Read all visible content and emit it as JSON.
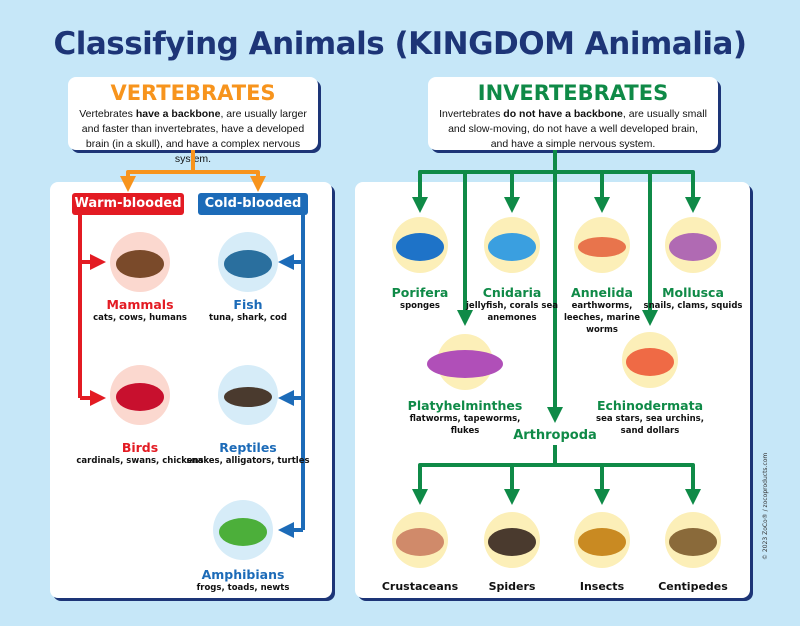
{
  "title": "Classifying Animals (KINGDOM Animalia)",
  "vertebrates": {
    "heading": "VERTEBRATES",
    "text_pre": "Vertebrates ",
    "text_bold": "have a backbone",
    "text_post": ", are usually larger and faster than invertebrates, have a developed brain (in a skull), and have a complex nervous system."
  },
  "invertebrates": {
    "heading": "INVERTEBRATES",
    "text_pre": "Invertebrates ",
    "text_bold": "do not have a backbone",
    "text_post": ", are usually small and slow-moving, do not have a well developed brain, and have a simple nervous system."
  },
  "warm_blooded": "Warm-blooded",
  "cold_blooded": "Cold-blooded",
  "animals": [
    {
      "name": "Mammals",
      "sub": "cats, cows, humans",
      "color": "#e31b23"
    },
    {
      "name": "Fish",
      "sub": "tuna, shark, cod",
      "color": "#1c6bb8"
    },
    {
      "name": "Birds",
      "sub": "cardinals, swans, chickens",
      "color": "#e31b23"
    },
    {
      "name": "Reptiles",
      "sub": "snakes, alligators, turtles",
      "color": "#1c6bb8"
    },
    {
      "name": "Amphibians",
      "sub": "frogs, toads, newts",
      "color": "#1c6bb8"
    },
    {
      "name": "Porifera",
      "sub": "sponges",
      "color": "#0f8a47"
    },
    {
      "name": "Cnidaria",
      "sub": "jellyfish, corals sea anemones",
      "color": "#0f8a47"
    },
    {
      "name": "Annelida",
      "sub": "earthworms, leeches, marine worms",
      "color": "#0f8a47"
    },
    {
      "name": "Mollusca",
      "sub": "snails, clams, squids",
      "color": "#0f8a47"
    },
    {
      "name": "Platyhelminthes",
      "sub": "flatworms, tapeworms, flukes",
      "color": "#0f8a47"
    },
    {
      "name": "Echinodermata",
      "sub": "sea stars, sea urchins, sand dollars",
      "color": "#0f8a47"
    },
    {
      "name": "Arthropoda",
      "sub": "",
      "color": "#0f8a47"
    },
    {
      "name": "Crustaceans",
      "sub": "",
      "color": "#111111"
    },
    {
      "name": "Spiders",
      "sub": "",
      "color": "#111111"
    },
    {
      "name": "Insects",
      "sub": "",
      "color": "#111111"
    },
    {
      "name": "Centipedes",
      "sub": "",
      "color": "#111111"
    }
  ],
  "copyright": "© 2023 ZoCo® / zocoproducts.com",
  "colors": {
    "title": "#1d3577",
    "vertebrate": "#f7941d",
    "invertebrate": "#0f8a47",
    "warm": "#e31b23",
    "cold": "#1c6bb8",
    "background": "#c6e7f8"
  }
}
